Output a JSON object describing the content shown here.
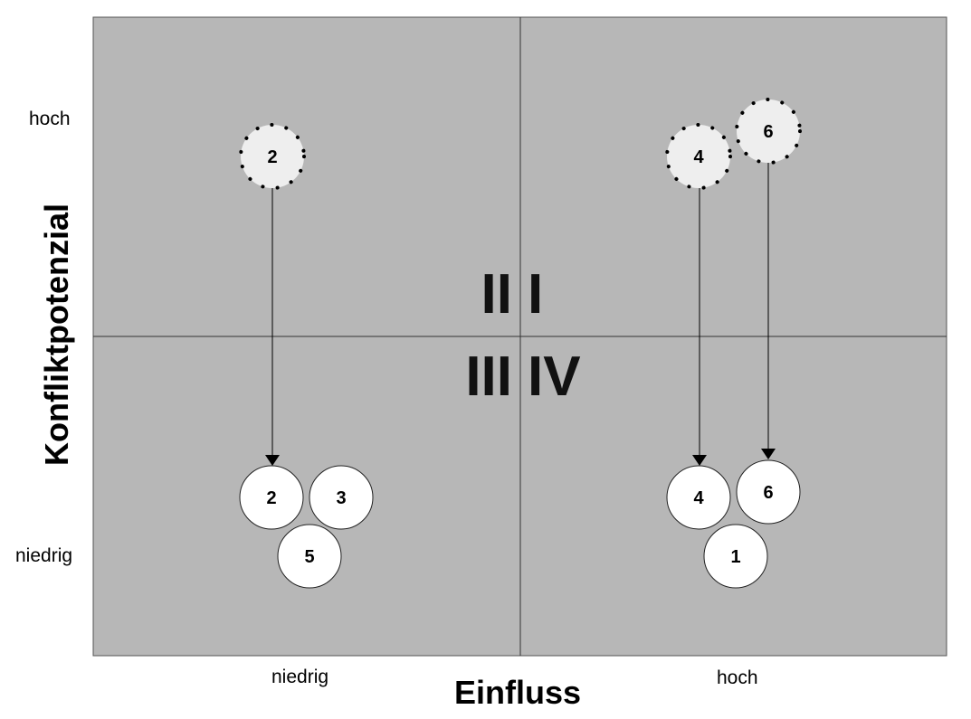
{
  "axes": {
    "x_title": "Einfluss",
    "y_title": "Konfliktpotenzial",
    "x_low": "niedrig",
    "x_high": "hoch",
    "y_low": "niedrig",
    "y_high": "hoch"
  },
  "quadrants": {
    "q1": "I",
    "q2": "II",
    "q3": "III",
    "q4": "IV"
  },
  "colors": {
    "field": "#b7b7b7",
    "field_border": "#555555",
    "stakeholder_fill": "#ffffff",
    "ghost_fill": "#eeeeee"
  },
  "stakeholders_before": [
    {
      "label": "2"
    },
    {
      "label": "4"
    },
    {
      "label": "6"
    }
  ],
  "stakeholders_after": [
    {
      "label": "2"
    },
    {
      "label": "3"
    },
    {
      "label": "5"
    },
    {
      "label": "4"
    },
    {
      "label": "6"
    },
    {
      "label": "1"
    }
  ]
}
